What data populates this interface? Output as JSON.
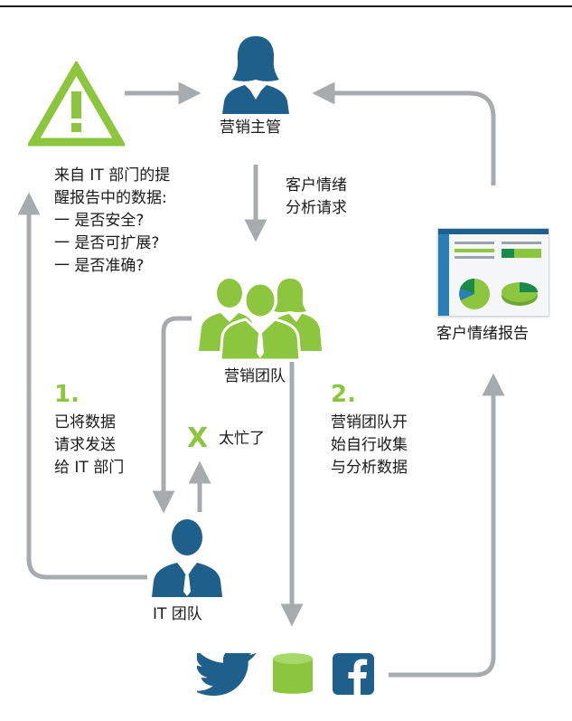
{
  "nodes": {
    "manager": "营销主管",
    "marketing_team": "营销团队",
    "it_team": "IT 团队",
    "report": "客户情绪报告"
  },
  "warning": {
    "lines": [
      "来自 IT 部门的提",
      "醒报告中的数据:",
      "一 是否安全?",
      "一 是否可扩展?",
      "一 是否准确?"
    ]
  },
  "arrow_labels": {
    "sentiment_request": [
      "客户情绪",
      "分析请求"
    ],
    "too_busy": "太忙了",
    "too_busy_mark": "X"
  },
  "steps": [
    {
      "number": "1.",
      "lines": [
        "已将数据",
        "请求发送",
        "给 IT 部门"
      ]
    },
    {
      "number": "2.",
      "lines": [
        "营销团队开",
        "始自行收集",
        "与分析数据"
      ]
    }
  ],
  "sources": [
    "twitter-icon",
    "database-icon",
    "facebook-icon"
  ],
  "colors": {
    "green": "#8cc63f",
    "blue": "#1f5f8b",
    "arrow_gray": "#a7abae"
  }
}
